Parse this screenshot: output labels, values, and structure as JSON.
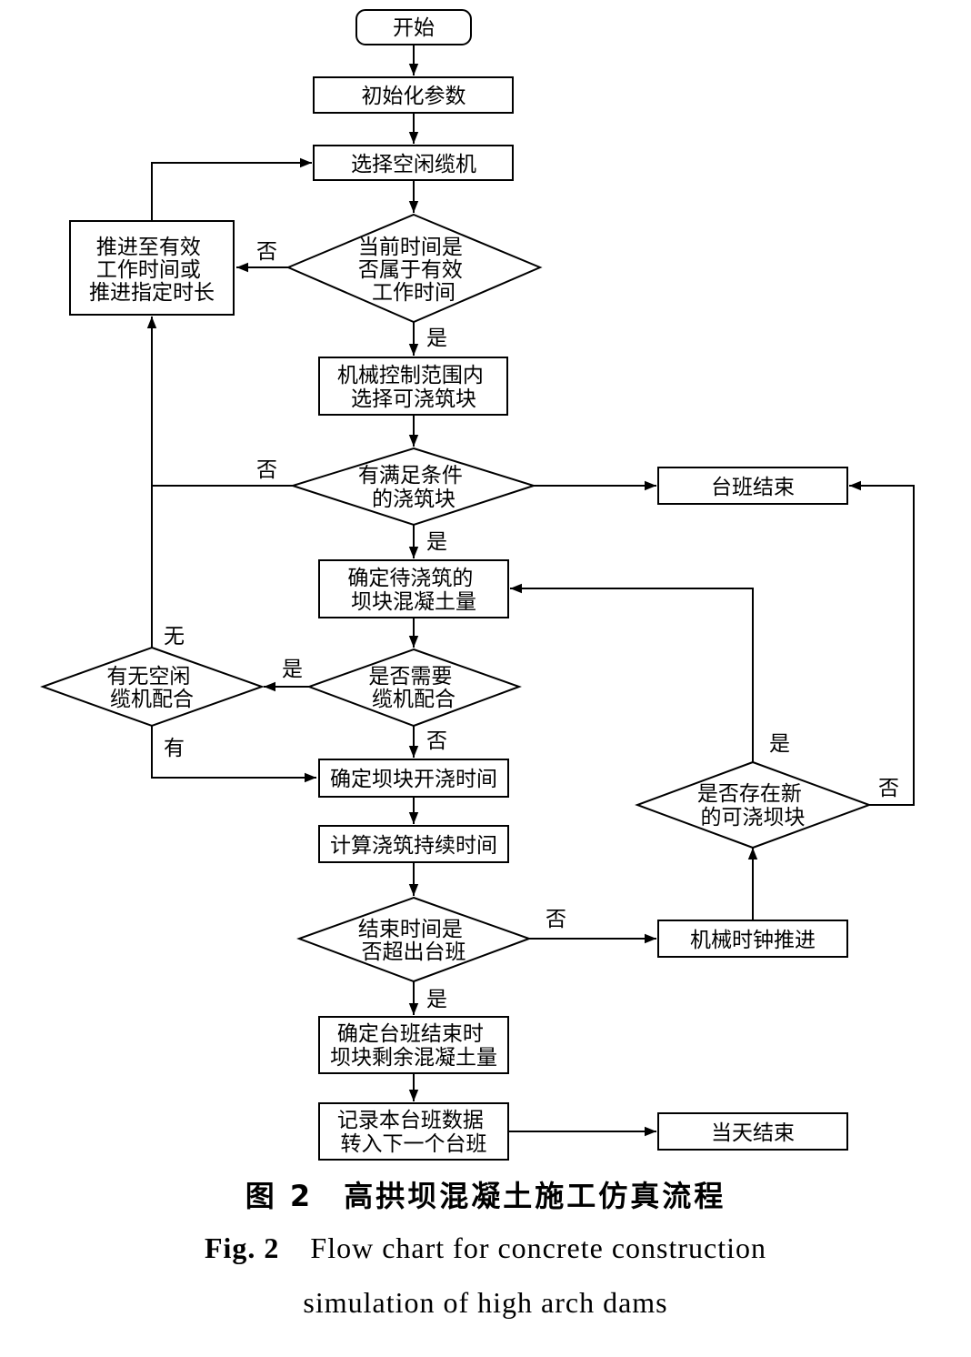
{
  "nodes": {
    "start": "开始",
    "init": "初始化参数",
    "select_crane": "选择空闲缆机",
    "advance_time": [
      "推进至有效",
      "工作时间或",
      "推进指定时长"
    ],
    "valid_time": [
      "当前时间是",
      "否属于有效",
      "工作时间"
    ],
    "select_block": [
      "机械控制范围内",
      "选择可浇筑块"
    ],
    "has_block": [
      "有满足条件",
      "的浇筑块"
    ],
    "shift_end": "台班结束",
    "determine_volume": [
      "确定待浇筑的",
      "坝块混凝土量"
    ],
    "need_coop": [
      "是否需要",
      "缆机配合"
    ],
    "idle_coop": [
      "有无空闲",
      "缆机配合"
    ],
    "start_time": "确定坝块开浇时间",
    "duration": "计算浇筑持续时间",
    "exceed_shift": [
      "结束时间是",
      "否超出台班"
    ],
    "clock_advance": "机械时钟推进",
    "new_block": [
      "是否存在新",
      "的可浇坝块"
    ],
    "remaining": [
      "确定台班结束时",
      "坝块剩余混凝土量"
    ],
    "record": [
      "记录本台班数据",
      "转入下一个台班"
    ],
    "day_end": "当天结束"
  },
  "labels": {
    "yes": "是",
    "no": "否",
    "none": "无",
    "have": "有"
  },
  "caption": {
    "cn_fig": "图 2",
    "cn_title": "高拱坝混凝土施工仿真流程",
    "en_fig": "Fig. 2",
    "en_line1": "Flow chart for concrete construction",
    "en_line2": "simulation of high arch dams"
  }
}
